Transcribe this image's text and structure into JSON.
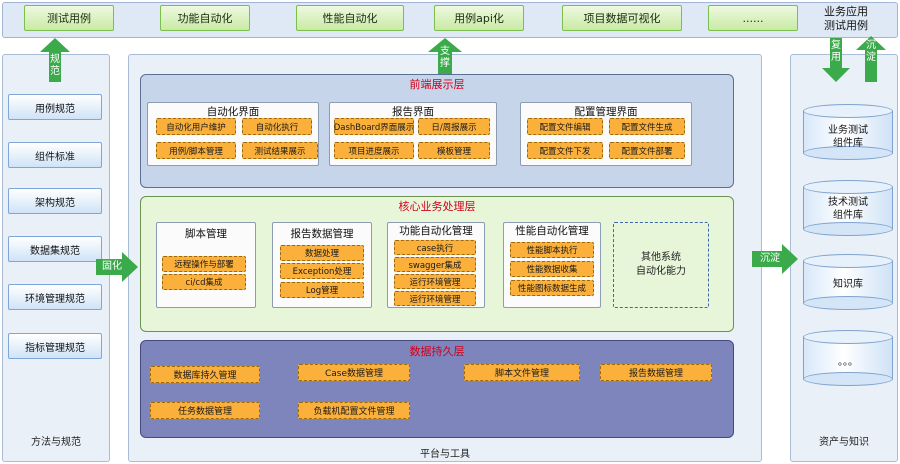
{
  "top": {
    "items": [
      "测试用例",
      "功能自动化",
      "性能自动化",
      "用例api化",
      "项目数据可视化",
      "......"
    ],
    "right_text": "业务应用\n测试用例"
  },
  "arrows": {
    "guide": "规\n范",
    "support": "支\n撑",
    "solidify": "固化",
    "settle_right": "沉淀",
    "reuse": "复\n用",
    "settle_top": "沉\n淀"
  },
  "left": {
    "items": [
      "用例规范",
      "组件标准",
      "架构规范",
      "数据集规范",
      "环境管理规范",
      "指标管理规范"
    ],
    "footer": "方法与规范"
  },
  "center": {
    "footer": "平台与工具",
    "frontend": {
      "title": "前端展示层",
      "groups": [
        {
          "title": "自动化界面",
          "items": [
            "自动化用户维护",
            "自动化执行",
            "用例/脚本管理",
            "测试结果展示"
          ]
        },
        {
          "title": "报告界面",
          "items": [
            "DashBoard界面展示",
            "日/周报展示",
            "项目进度展示",
            "模板管理"
          ]
        },
        {
          "title": "配置管理界面",
          "items": [
            "配置文件编辑",
            "配置文件生成",
            "配置文件下发",
            "配置文件部署"
          ]
        }
      ]
    },
    "core": {
      "title": "核心业务处理层",
      "groups": [
        {
          "title": "脚本管理",
          "items": [
            "远程操作与部署",
            "ci/cd集成"
          ]
        },
        {
          "title": "报告数据管理",
          "items": [
            "数据处理",
            "Exception处理",
            "Log管理"
          ]
        },
        {
          "title": "功能自动化管理",
          "items": [
            "case执行",
            "swagger集成",
            "运行环境管理",
            "运行环境管理"
          ]
        },
        {
          "title": "性能自动化管理",
          "items": [
            "性能脚本执行",
            "性能数据收集",
            "性能图标数据生成"
          ]
        }
      ],
      "other": "其他系统\n自动化能力"
    },
    "data": {
      "title": "数据持久层",
      "items": [
        "数据库持久管理",
        "Case数据管理",
        "脚本文件管理",
        "报告数据管理",
        "任务数据管理",
        "负载机配置文件管理"
      ]
    }
  },
  "right": {
    "items": [
      "业务测试\n组件库",
      "技术测试\n组件库",
      "知识库",
      "。。。"
    ],
    "footer": "资产与知识"
  }
}
